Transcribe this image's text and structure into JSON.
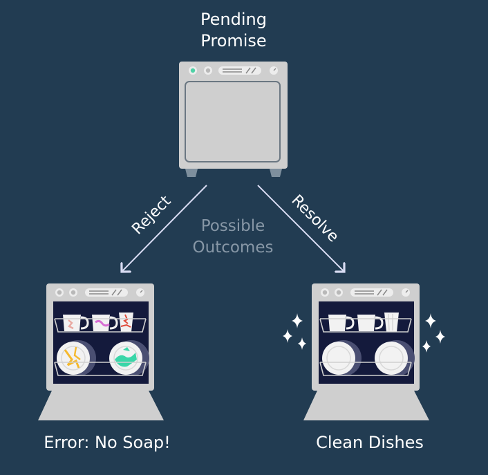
{
  "diagram": {
    "title_line1": "Pending",
    "title_line2": "Promise",
    "center_label_line1": "Possible",
    "center_label_line2": "Outcomes",
    "reject_label": "Reject",
    "resolve_label": "Resolve",
    "reject_outcome": "Error: No Soap!",
    "resolve_outcome": "Clean Dishes"
  },
  "colors": {
    "background": "#223c52",
    "appliance_body": "#cfcfcf",
    "arrow": "#d9dcf3",
    "indicator_light": "#4fd1a6",
    "stain_orange": "#f5b92e",
    "stain_pink": "#d86fd4",
    "stain_red": "#e04a3a",
    "stain_teal": "#3ad6a8"
  },
  "icons": [
    "dishwasher-closed-icon",
    "dishwasher-dirty-icon",
    "dishwasher-clean-icon",
    "sparkle-icon"
  ]
}
